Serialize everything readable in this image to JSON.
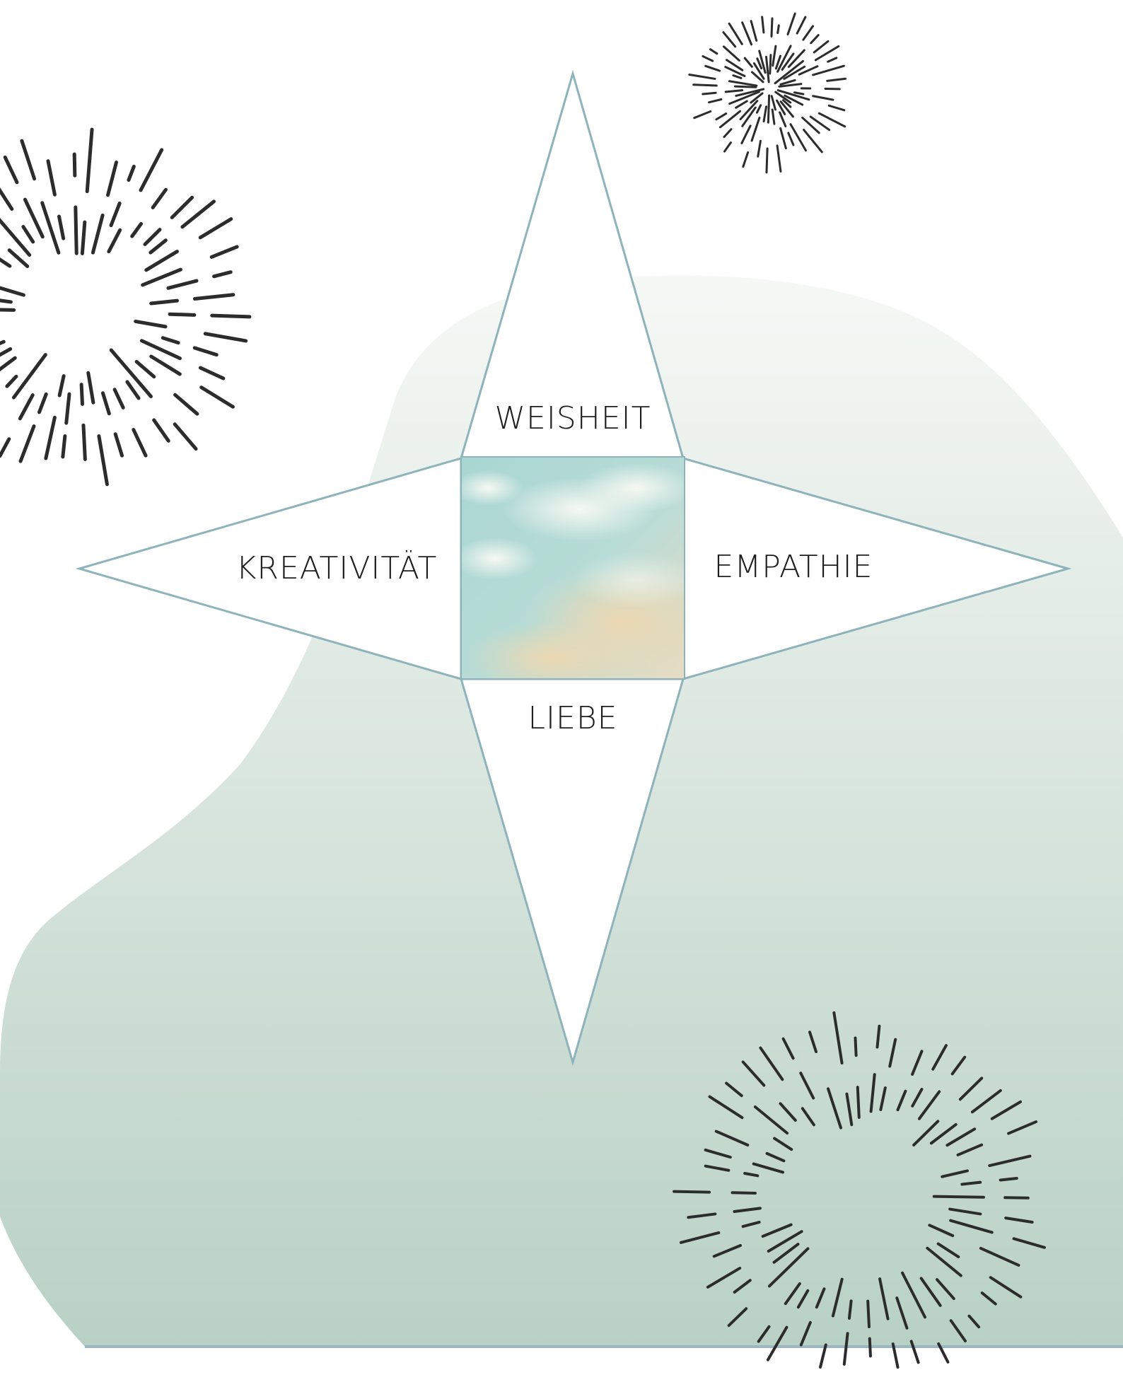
{
  "diagram": {
    "labels": {
      "top": "WEISHEIT",
      "left": "KREATIVITÄT",
      "right": "EMPATHIE",
      "bottom": "LIEBE"
    },
    "center_image": "sky-clouds-image"
  },
  "colors": {
    "background": "#ffffff",
    "blob_top": "#f4f7f4",
    "blob_bottom": "#b9d1c5",
    "star_outline": "#8fb3bb",
    "sky_blue": "#9ecdca",
    "cloud_white": "#f7f4ea",
    "cloud_peach": "#ecd8b2",
    "burst_stroke": "#2c2c2c",
    "label_text": "#1e1e1e"
  },
  "decorations": [
    "sunburst-icon",
    "sunburst-icon",
    "sunburst-icon"
  ]
}
